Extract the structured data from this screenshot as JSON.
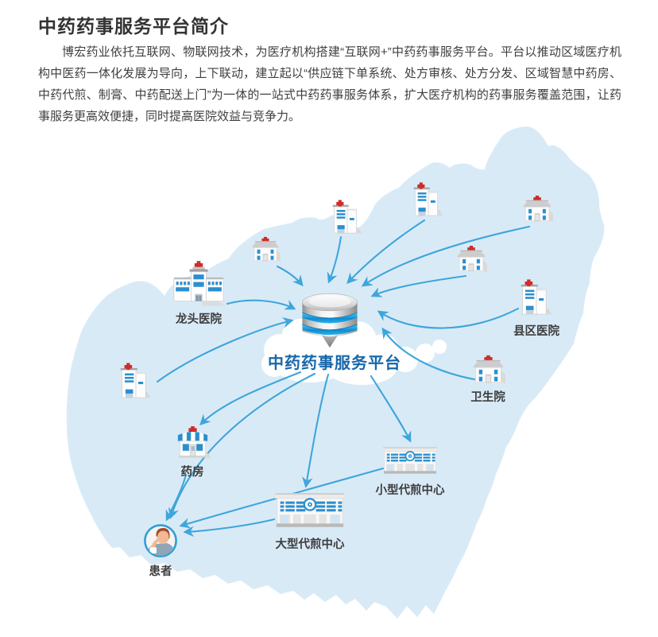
{
  "header": {
    "title": "中药药事服务平台简介"
  },
  "intro": {
    "text": "博宏药业依托互联网、物联网技术，为医疗机构搭建“互联网+”中药药事服务平台。平台以推动区域医疗机构中医药一体化发展为导向，上下联动，建立起以“供应链下单系统、处方审核、处方分发、区域智慧中药房、中药代煎、制膏、中药配送上门”为一体的一站式中药药事服务体系，扩大医疗机构的药事服务覆盖范围，让药事服务更高效便捷，同时提高医院效益与竞争力。"
  },
  "diagram": {
    "platform": {
      "label": "中药药事服务平台",
      "icon": "database-icon"
    },
    "nodes": {
      "longtou_hospital": {
        "label": "龙头医院"
      },
      "xianqu_hospital": {
        "label": "县区医院"
      },
      "weishengyuan": {
        "label": "卫生院"
      },
      "yaofang": {
        "label": "药房"
      },
      "xiaoxing_center": {
        "label": "小型代煎中心"
      },
      "daxing_center": {
        "label": "大型代煎中心"
      },
      "huanzhe": {
        "label": "患者"
      }
    },
    "colors": {
      "map_fill": "#d9eaf7",
      "arrow": "#3ea6db",
      "platform_label": "#1767aa",
      "cross_red": "#cf2d29",
      "building_blue": "#2b8fce"
    }
  }
}
